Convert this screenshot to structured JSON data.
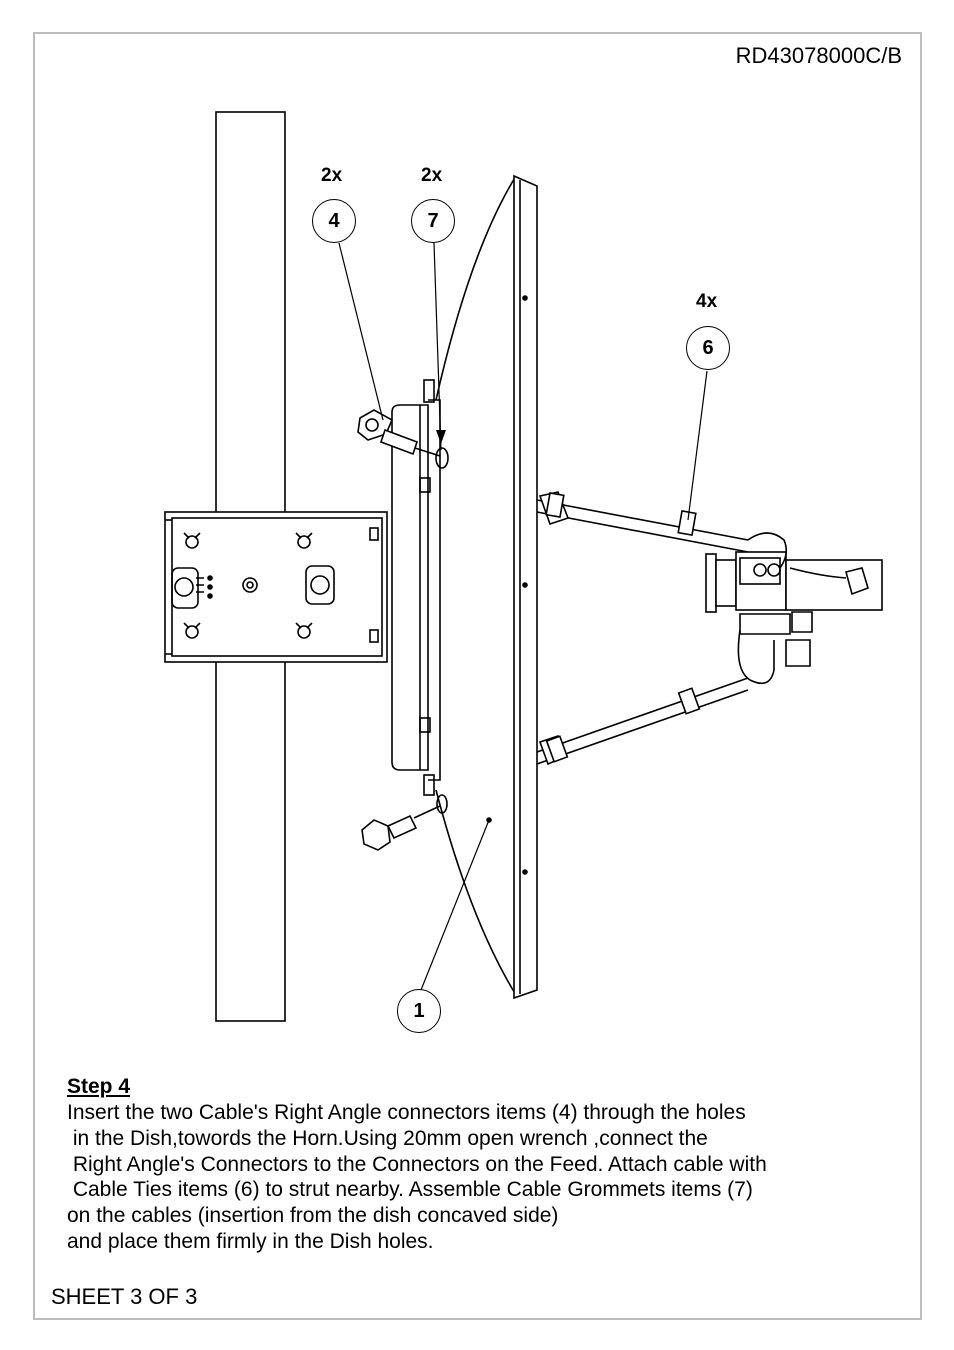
{
  "document_number": "RD43078000C/B",
  "callouts": [
    {
      "item": "4",
      "qty": "2x"
    },
    {
      "item": "7",
      "qty": "2x"
    },
    {
      "item": "6",
      "qty": "4x"
    },
    {
      "item": "1",
      "qty": ""
    }
  ],
  "step": {
    "title": "Step 4",
    "lines": [
      "Insert the two Cable's Right Angle connectors items (4) through the holes",
      " in the Dish,towords the Horn.Using 20mm open wrench ,connect the",
      " Right Angle's Connectors to the Connectors on the Feed. Attach cable with",
      " Cable Ties items (6) to strut nearby. Assemble Cable Grommets items (7)",
      "on the cables (insertion from the dish concaved side)",
      "and place them firmly in the Dish holes."
    ]
  },
  "footer": "SHEET 3 OF 3"
}
